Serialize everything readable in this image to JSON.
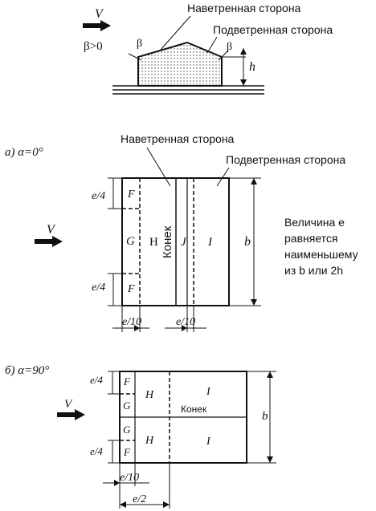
{
  "section0": {
    "wind_label": "V",
    "angle_condition": "β>0",
    "beta_left": "β",
    "beta_right": "β",
    "height_label": "h",
    "windward": "Наветренная сторона",
    "leeward": "Подветренная сторона"
  },
  "section_a": {
    "heading": "а) α=0°",
    "windward": "Наветренная сторона",
    "leeward": "Подветренная сторона",
    "wind_label": "V",
    "dim_top": "e/4",
    "dim_bottom": "e/4",
    "zone_f_top": "F",
    "zone_g": "G",
    "zone_f_bottom": "F",
    "zone_h": "H",
    "ridge": "Конек",
    "zone_j": "J",
    "zone_i": "I",
    "dim_b": "b",
    "dim_e10_left": "e/10",
    "dim_e10_right": "e/10",
    "note_line1": "Величина e",
    "note_line2": "равняется",
    "note_line3": "наименьшему",
    "note_line4": "из b или 2h"
  },
  "section_b": {
    "heading": "б) α=90°",
    "wind_label": "V",
    "dim_top": "e/4",
    "dim_bottom": "e/4",
    "zone_f_top": "F",
    "zone_g_top": "G",
    "zone_g_bottom": "G",
    "zone_f_bottom": "F",
    "zone_h_top": "H",
    "zone_h_bottom": "H",
    "zone_i_top": "I",
    "zone_i_bottom": "I",
    "ridge": "Конек",
    "dim_b": "b",
    "dim_e10": "e/10",
    "dim_e2": "e/2"
  }
}
